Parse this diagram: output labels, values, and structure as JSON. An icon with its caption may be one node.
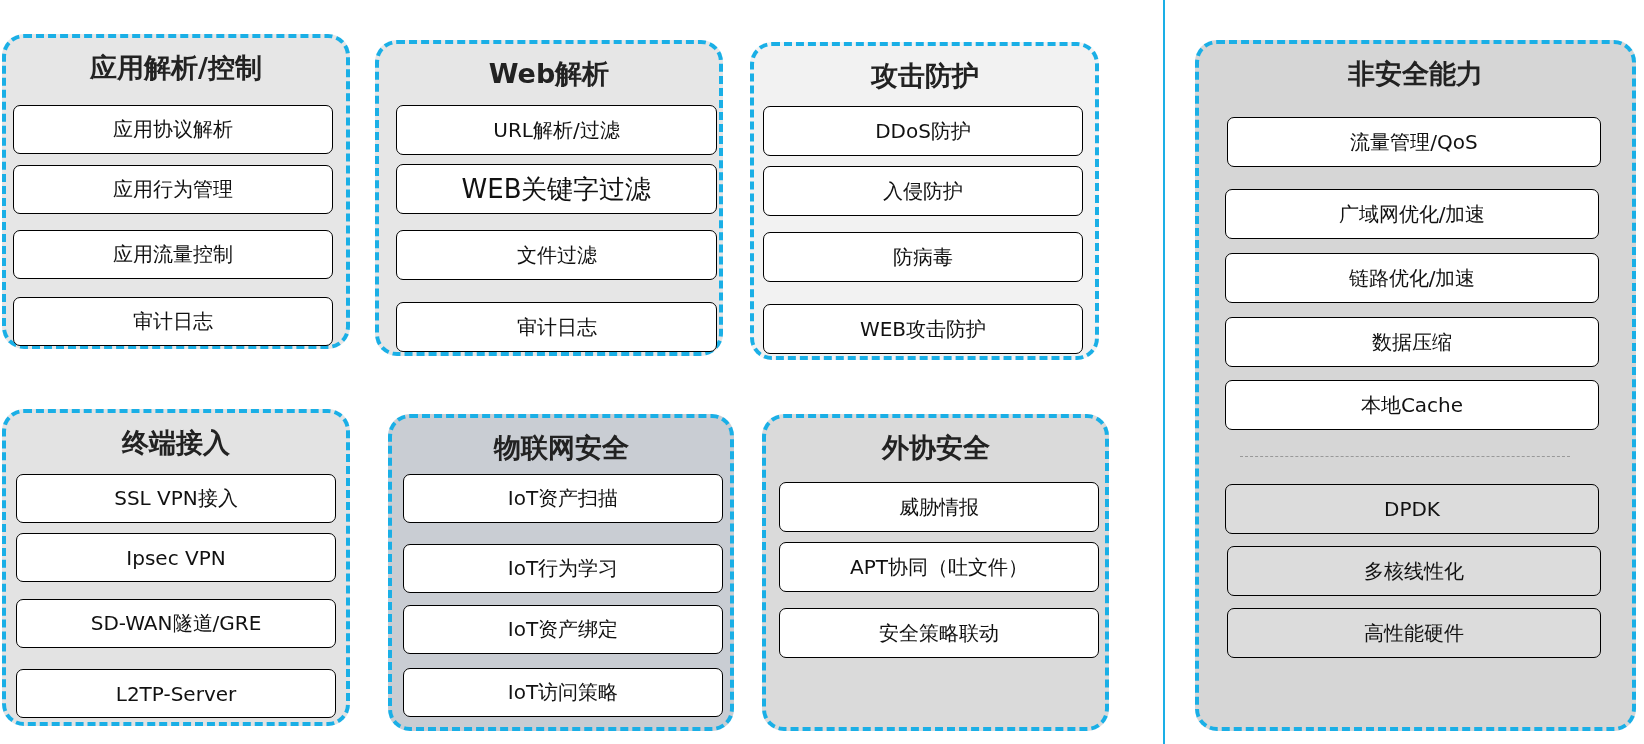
{
  "diagram": {
    "nodes": [
      {
        "text": [
          "应用解析/控制"
        ]
      },
      {
        "text": [
          "应用协议解析"
        ],
        "in": 0
      },
      {
        "text": [
          "应用行为管理"
        ],
        "in": 0
      },
      {
        "text": [
          "应用流量控制"
        ],
        "in": 0
      },
      {
        "text": [
          "审计日志"
        ],
        "in": 0
      },
      {
        "text": [
          "Web解析"
        ]
      },
      {
        "text": [
          "URL解析/过滤"
        ],
        "in": 5
      },
      {
        "text": [
          "WEB关键字过滤"
        ],
        "in": 5
      },
      {
        "text": [
          "文件过滤"
        ],
        "in": 5
      },
      {
        "text": [
          "审计日志"
        ],
        "in": 5
      },
      {
        "text": [
          "攻击防护"
        ]
      },
      {
        "text": [
          "DDoS防护"
        ],
        "in": 10
      },
      {
        "text": [
          "入侵防护"
        ],
        "in": 10
      },
      {
        "text": [
          "防病毒"
        ],
        "in": 10
      },
      {
        "text": [
          "WEB攻击防护"
        ],
        "in": 10
      },
      {
        "text": [
          "终端接入"
        ]
      },
      {
        "text": [
          "SSL VPN接入"
        ],
        "in": 15
      },
      {
        "text": [
          "Ipsec VPN"
        ],
        "in": 15
      },
      {
        "text": [
          "SD-WAN隧道/GRE"
        ],
        "in": 15
      },
      {
        "text": [
          "L2TP-Server"
        ],
        "in": 15
      },
      {
        "text": [
          "物联网安全"
        ]
      },
      {
        "text": [
          "IoT资产扫描"
        ],
        "in": 20
      },
      {
        "text": [
          "IoT行为学习"
        ],
        "in": 20
      },
      {
        "text": [
          "IoT资产绑定"
        ],
        "in": 20
      },
      {
        "text": [
          "IoT访问策略"
        ],
        "in": 20
      },
      {
        "text": [
          "外协安全"
        ]
      },
      {
        "text": [
          "威胁情报"
        ],
        "in": 25
      },
      {
        "text": [
          "APT协同（吐文件）"
        ],
        "in": 25
      },
      {
        "text": [
          "安全策略联动"
        ],
        "in": 25
      },
      {
        "text": [
          "非安全能力"
        ]
      },
      {
        "text": [
          "流量管理/QoS"
        ],
        "in": 29
      },
      {
        "text": [
          "广域网优化/加速"
        ],
        "in": 29
      },
      {
        "text": [
          "链路优化/加速"
        ],
        "in": 29
      },
      {
        "text": [
          "数据压缩"
        ],
        "in": 29
      },
      {
        "text": [
          "本地Cache"
        ],
        "in": 29
      },
      {
        "text": [
          "DPDK"
        ],
        "in": 29
      },
      {
        "text": [
          "多核线性化"
        ],
        "in": 29
      },
      {
        "text": [
          "高性能硬件"
        ],
        "in": 29
      }
    ],
    "edges": []
  }
}
